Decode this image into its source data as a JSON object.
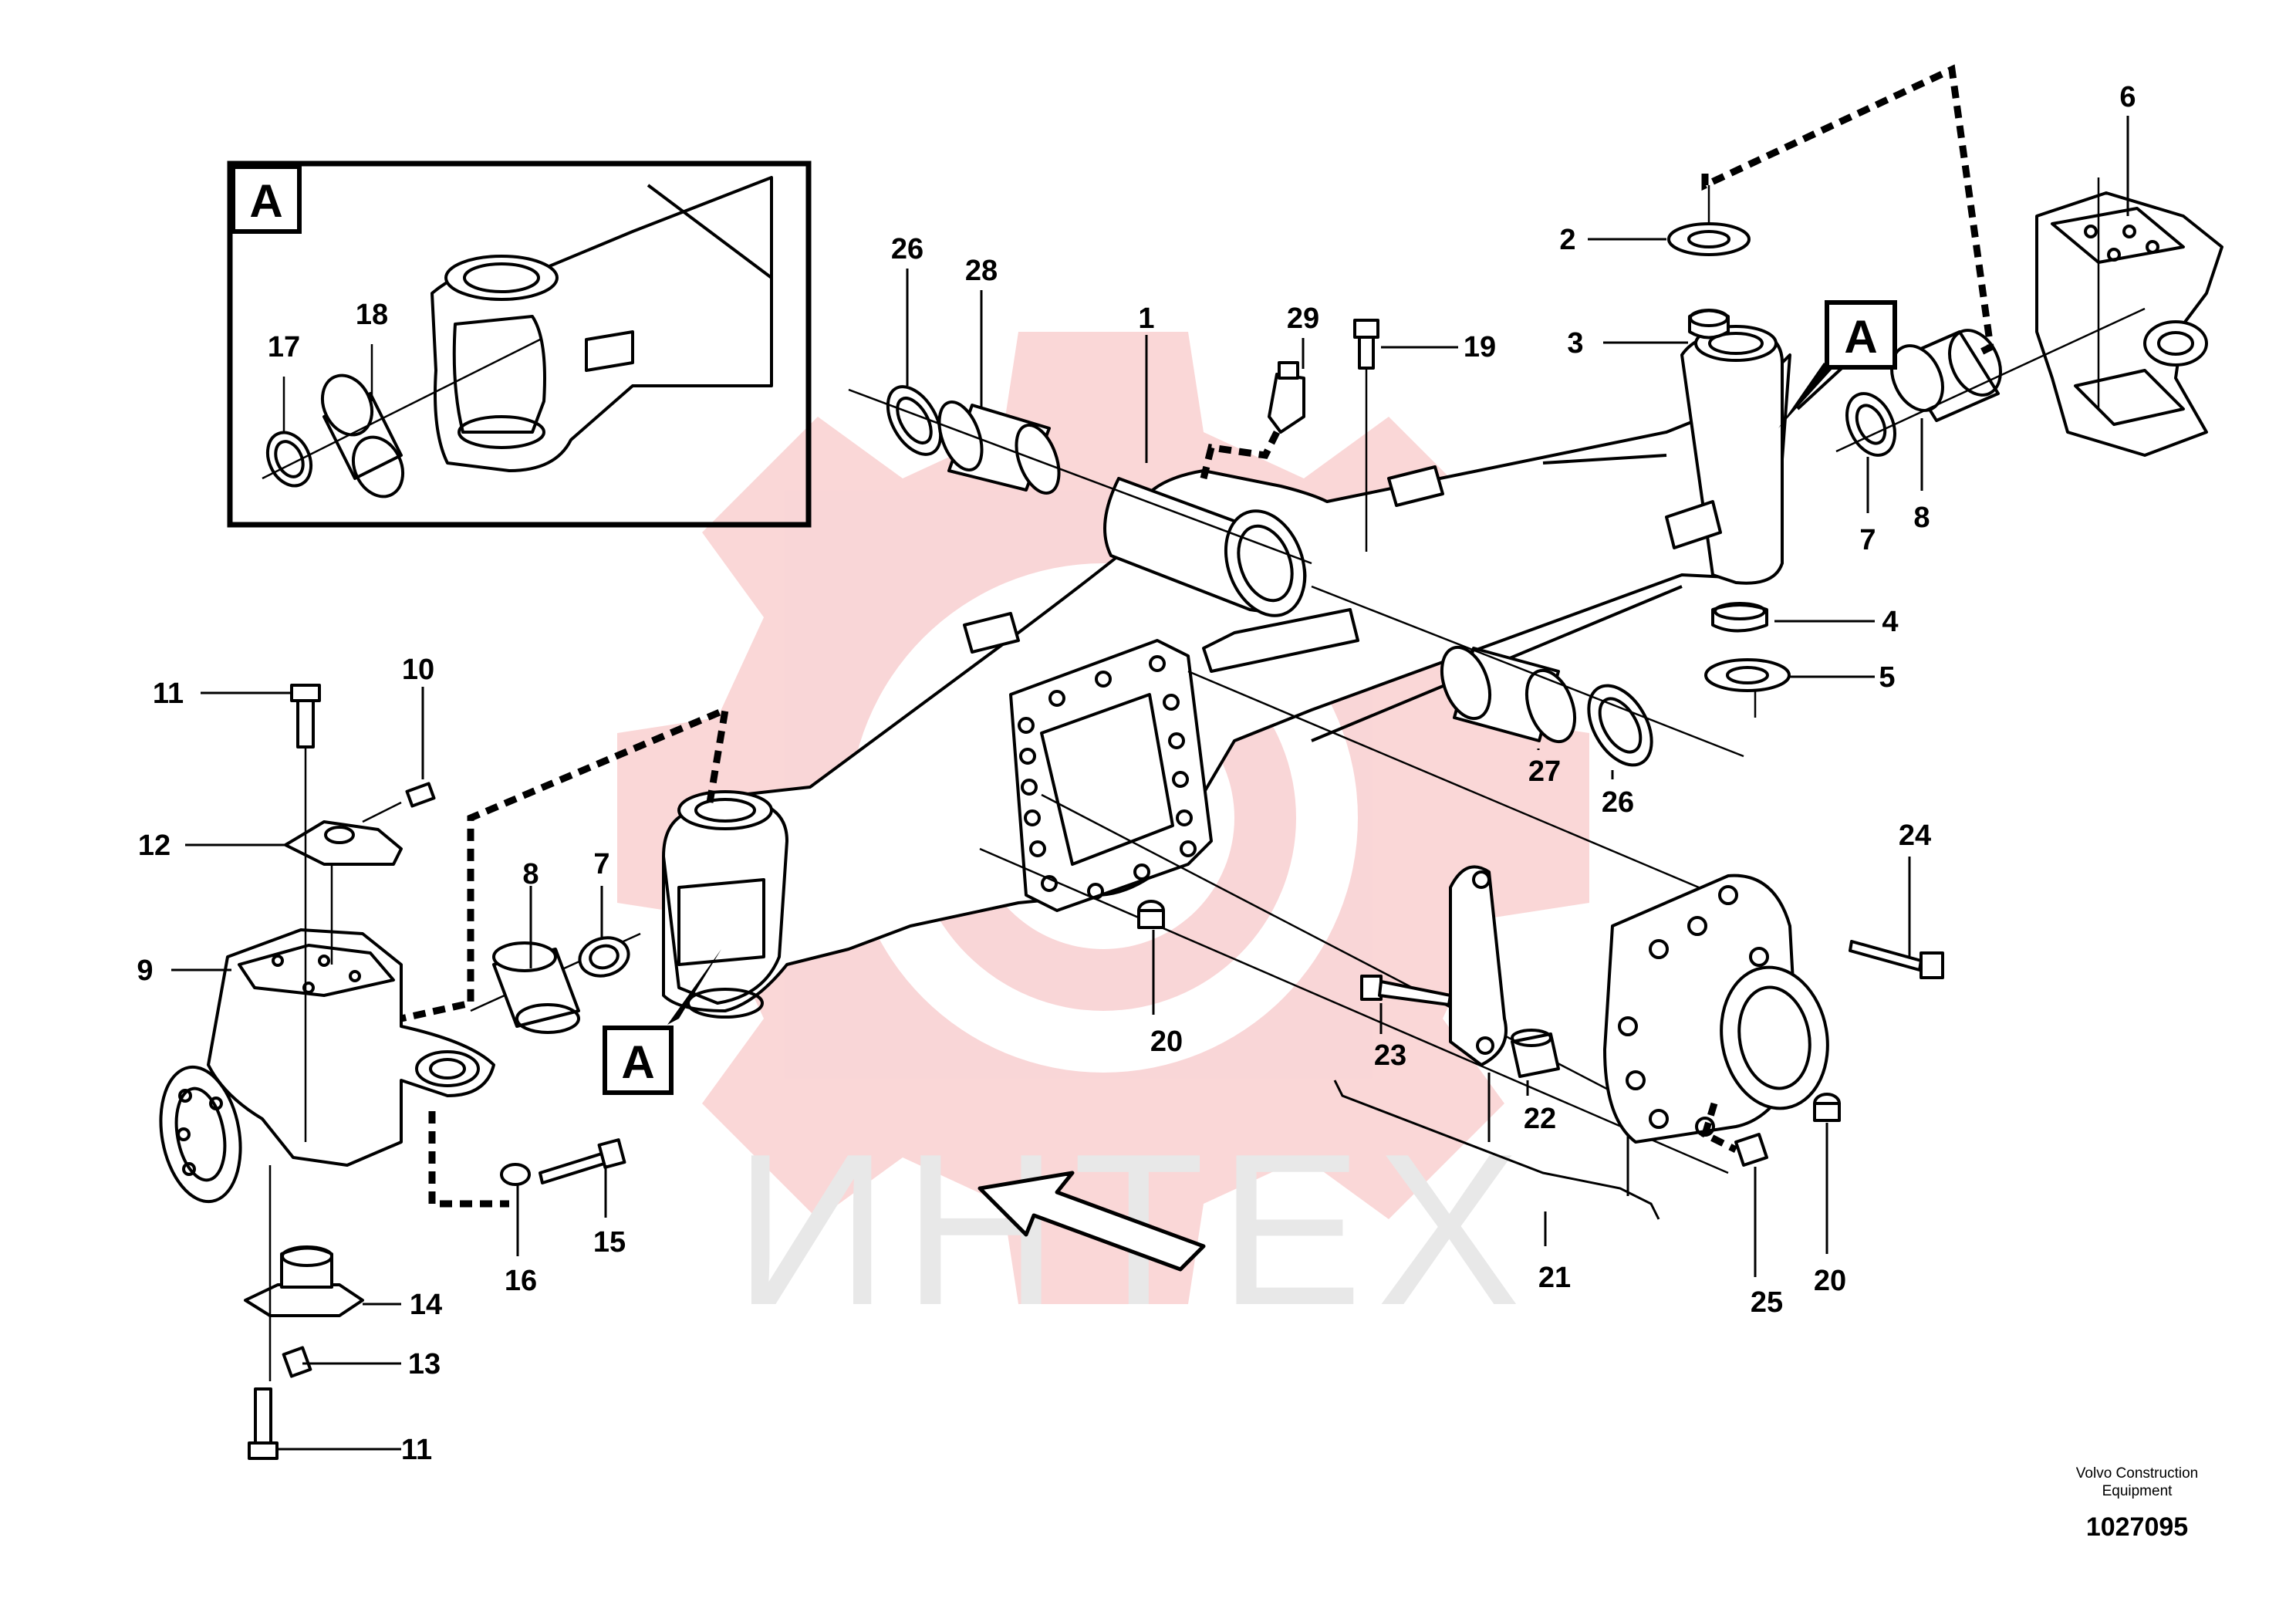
{
  "watermark": {
    "text": "ИНТЕХ",
    "color": "#e8e8e8",
    "gear_color": "#f8c9ca"
  },
  "inset": {
    "label": "A",
    "callouts": [
      "17",
      "18"
    ]
  },
  "section_markers": [
    "A",
    "A"
  ],
  "callouts": {
    "c1": "1",
    "c2": "2",
    "c3": "3",
    "c4": "4",
    "c5": "5",
    "c6": "6",
    "c7a": "7",
    "c7b": "7",
    "c8a": "8",
    "c8b": "8",
    "c9": "9",
    "c10": "10",
    "c11a": "11",
    "c11b": "11",
    "c12": "12",
    "c13": "13",
    "c14": "14",
    "c15": "15",
    "c16": "16",
    "c17": "17",
    "c18": "18",
    "c19": "19",
    "c20a": "20",
    "c20b": "20",
    "c21": "21",
    "c22": "22",
    "c23": "23",
    "c24": "24",
    "c25": "25",
    "c26a": "26",
    "c26b": "26",
    "c27": "27",
    "c28": "28",
    "c29": "29"
  },
  "footer": {
    "company": "Volvo Construction\nEquipment",
    "number": "1027095"
  }
}
